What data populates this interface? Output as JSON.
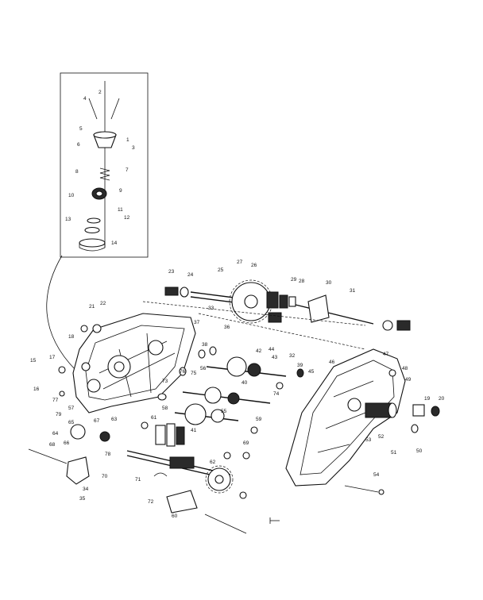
{
  "labels": {
    "inset": [
      "1",
      "2",
      "3",
      "4",
      "5",
      "6",
      "7",
      "8",
      "9",
      "10",
      "11",
      "12",
      "13",
      "14"
    ],
    "main": [
      "15",
      "16",
      "17",
      "18",
      "19",
      "20",
      "21",
      "22",
      "23",
      "24",
      "25",
      "26",
      "27",
      "28",
      "29",
      "30",
      "31",
      "32",
      "33",
      "34",
      "35",
      "36",
      "37",
      "38",
      "39",
      "40",
      "41",
      "42",
      "43",
      "44",
      "45",
      "46",
      "47",
      "48",
      "49",
      "50",
      "51",
      "52",
      "53",
      "54",
      "55",
      "56",
      "57",
      "58",
      "59",
      "60",
      "61",
      "62",
      "63",
      "64",
      "65",
      "66",
      "67",
      "68",
      "69",
      "70",
      "71",
      "72",
      "73",
      "74",
      "75",
      "76",
      "77",
      "78",
      "79"
    ]
  }
}
